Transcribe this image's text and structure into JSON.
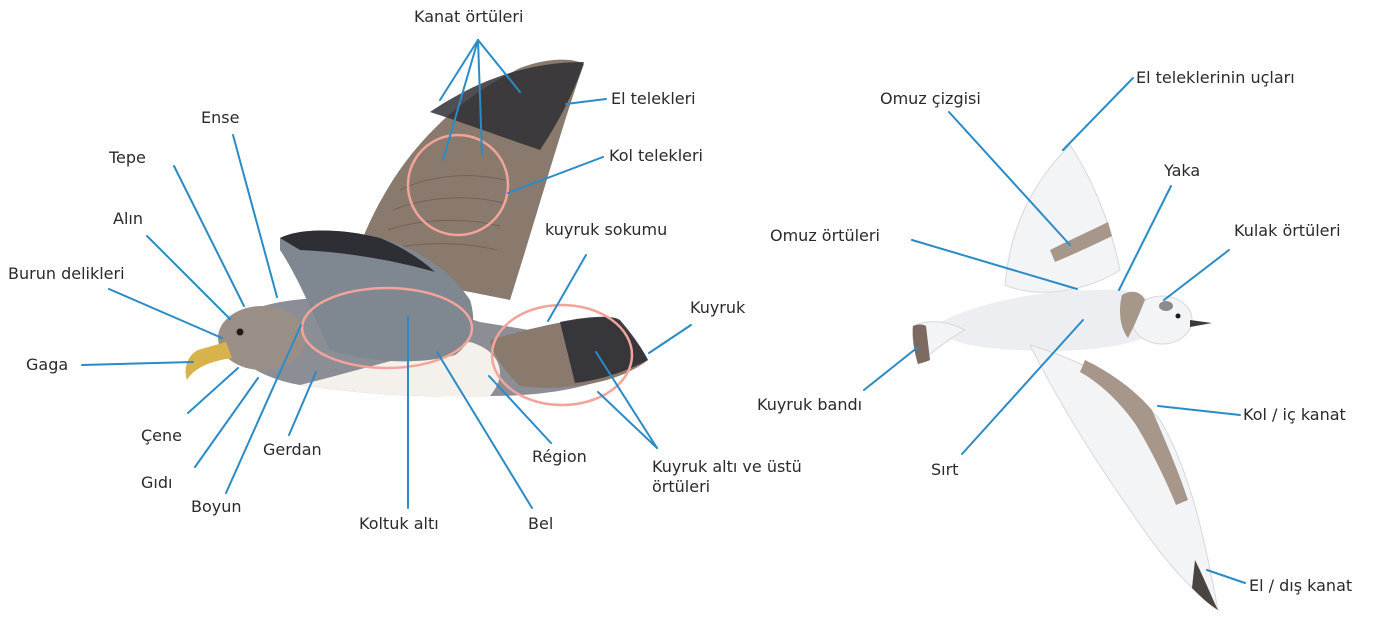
{
  "colors": {
    "leader": "#2a8bc7",
    "highlight_ring": "#f2a49a",
    "shearwater_back": "#8a7a6e",
    "shearwater_dark": "#2e2f35",
    "shearwater_mantle": "#7f8791",
    "shearwater_belly": "#f4f1ec",
    "bill": "#d8b24b",
    "gull_white": "#f3f4f6",
    "gull_brown": "#a7968a",
    "gull_tail_band": "#7c6a60"
  },
  "left_bird": {
    "labels": {
      "kanat_ortuleri": "Kanat örtüleri",
      "el_telekleri": "El telekleri",
      "kol_telekleri": "Kol telekleri",
      "ense": "Ense",
      "tepe": "Tepe",
      "alin": "Alın",
      "burun_delikleri": "Burun delikleri",
      "gaga": "Gaga",
      "cene": "Çene",
      "gidi": "Gıdı",
      "boyun": "Boyun",
      "gerdan": "Gerdan",
      "koltuk_alti": "Koltuk altı",
      "bel": "Bel",
      "region": "Région",
      "kuyruk_sokumu": "kuyruk sokumu",
      "kuyruk": "Kuyruk",
      "kuyruk_alti_ustu": "Kuyruk altı ve üstü örtüleri"
    }
  },
  "right_bird": {
    "labels": {
      "el_teleklerinin_uclari": "El teleklerinin uçları",
      "omuz_cizgisi": "Omuz çizgisi",
      "yaka": "Yaka",
      "kulak_ortuleri": "Kulak örtüleri",
      "omuz_ortuleri": "Omuz örtüleri",
      "kuyruk_bandi": "Kuyruk bandı",
      "kol_ic_kanat": "Kol / iç kanat",
      "sirt": "Sırt",
      "el_dis_kanat": "El / dış kanat"
    }
  }
}
